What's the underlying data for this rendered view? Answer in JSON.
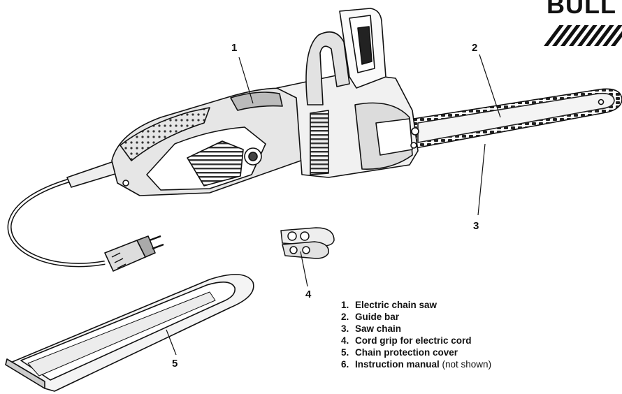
{
  "brand": {
    "text": "BULL"
  },
  "callouts": [
    {
      "number": "1"
    },
    {
      "number": "2"
    },
    {
      "number": "3"
    },
    {
      "number": "4"
    },
    {
      "number": "5"
    }
  ],
  "legend": [
    {
      "number": "1.",
      "label": "Electric chain saw",
      "note": ""
    },
    {
      "number": "2.",
      "label": "Guide bar",
      "note": ""
    },
    {
      "number": "3.",
      "label": "Saw chain",
      "note": ""
    },
    {
      "number": "4.",
      "label": "Cord grip for electric cord",
      "note": ""
    },
    {
      "number": "5.",
      "label": "Chain protection cover",
      "note": ""
    },
    {
      "number": "6.",
      "label": "Instruction manual",
      "note": "(not shown)"
    }
  ]
}
